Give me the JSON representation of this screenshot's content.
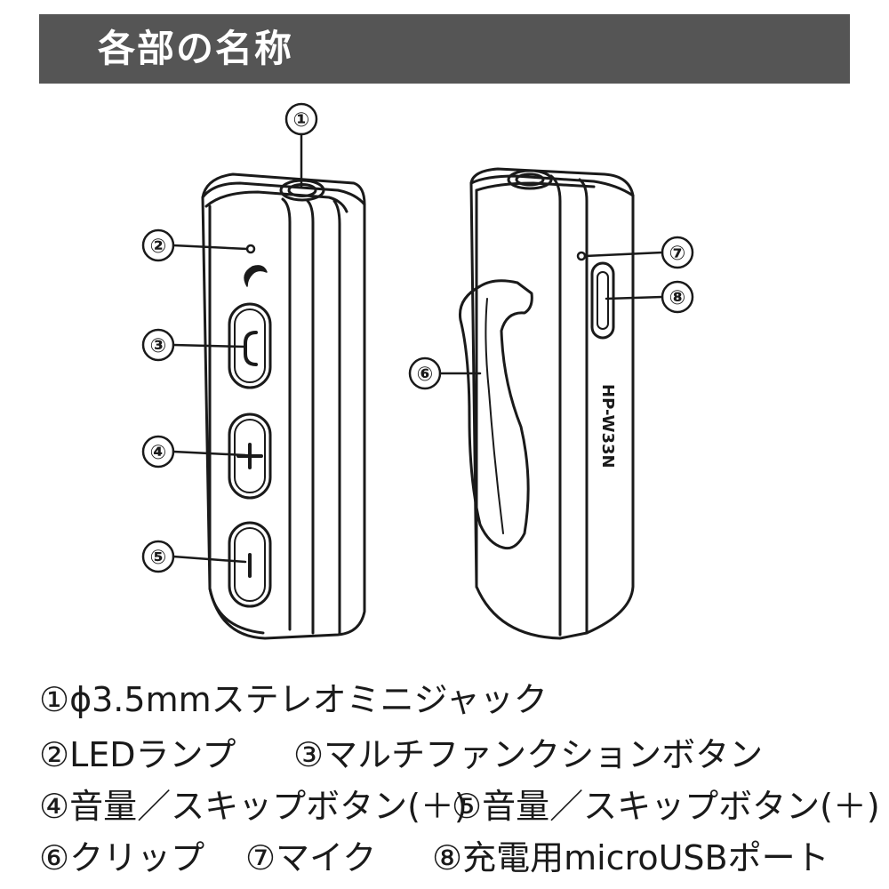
{
  "header": {
    "title": "各部の名称"
  },
  "diagram": {
    "callouts": [
      "①",
      "②",
      "③",
      "④",
      "⑤",
      "⑥",
      "⑦",
      "⑧"
    ],
    "model_label": "HP-W33N"
  },
  "legend": {
    "row1": {
      "item1": "①ϕ3.5mmステレオミニジャック"
    },
    "row2": {
      "item2": "②LEDランプ",
      "item3": "③マルチファンクションボタン"
    },
    "row3": {
      "item4": "④音量／スキップボタン(＋)",
      "item5": "⑤音量／スキップボタン(＋)"
    },
    "row4": {
      "item6": "⑥クリップ",
      "item7": "⑦マイク",
      "item8": "⑧充電用microUSBポート"
    }
  },
  "colors": {
    "header_bg": "#555555",
    "header_text": "#ffffff",
    "ink": "#1a1a1a"
  }
}
